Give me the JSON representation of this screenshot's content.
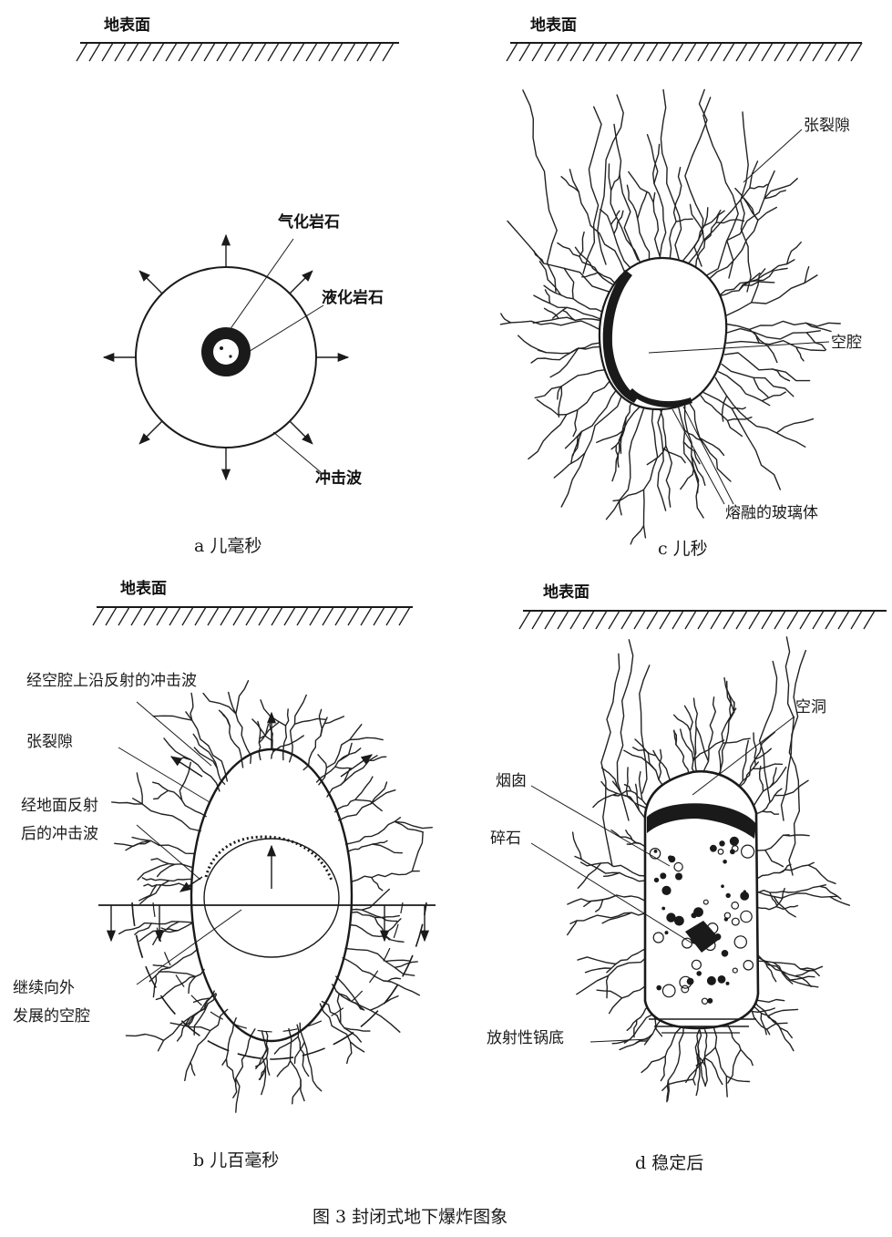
{
  "figure_title": "图 3 封闭式地下爆炸图象",
  "panels": {
    "a": {
      "surface": "地表面",
      "labels": {
        "vapor": "气化岩石",
        "liquid": "液化岩石",
        "shock": "冲击波"
      },
      "caption": "a 儿毫秒"
    },
    "b": {
      "surface": "地表面",
      "labels": {
        "reflected_cavity": "经空腔上沿反射的冲击波",
        "fractures": "张裂隙",
        "reflected_surface_1": "经地面反射",
        "reflected_surface_2": "后的冲击波",
        "cavity_growth_1": "继续向外",
        "cavity_growth_2": "发展的空腔"
      },
      "caption": "b 儿百毫秒"
    },
    "c": {
      "surface": "地表面",
      "labels": {
        "fractures": "张裂隙",
        "cavity": "空腔",
        "glass": "熔融的玻璃体"
      },
      "caption": "c  儿秒"
    },
    "d": {
      "surface": "地表面",
      "labels": {
        "void": "空洞",
        "chimney": "烟囱",
        "rubble": "碎石",
        "puddle": "放射性锅底"
      },
      "caption": "d 稳定后"
    }
  }
}
